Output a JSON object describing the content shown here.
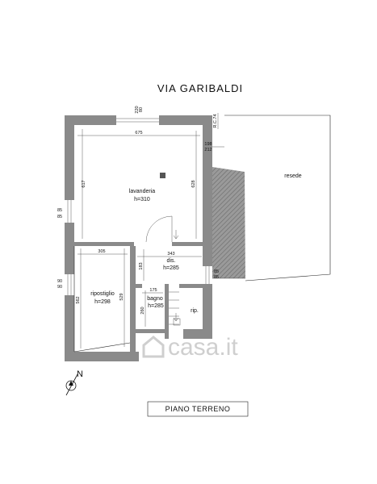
{
  "street": "VIA GARIBALDI",
  "floor_title": "PIANO TERRENO",
  "north_label": "N",
  "watermark": "casa.it",
  "rooms": {
    "lavanderia": {
      "name": "lavanderia",
      "height": "h=310"
    },
    "dis": {
      "name": "dis.",
      "height": "h=285"
    },
    "ripostiglio": {
      "name": "ripostiglio",
      "height": "h=298"
    },
    "bagno": {
      "name": "bagno",
      "height": "h=285"
    },
    "rip": {
      "name": "rip."
    },
    "resede": {
      "name": "resede"
    }
  },
  "dimensions": {
    "d675": "675",
    "d617": "617",
    "d628": "628",
    "d198": "198",
    "d212": "212",
    "d305": "305",
    "d343": "343",
    "d183": "183",
    "d175": "175",
    "d260": "260",
    "d562": "562",
    "d529": "529",
    "d85a": "85",
    "d85b": "85",
    "d85c": "85",
    "d85d": "85",
    "d90a": "90",
    "d90b": "90",
    "d220": "220",
    "d80": "80",
    "d74": "R.C.74"
  },
  "colors": {
    "wall": "#8a8a8a",
    "line": "#222222",
    "watermark": "#cfcfcf"
  }
}
